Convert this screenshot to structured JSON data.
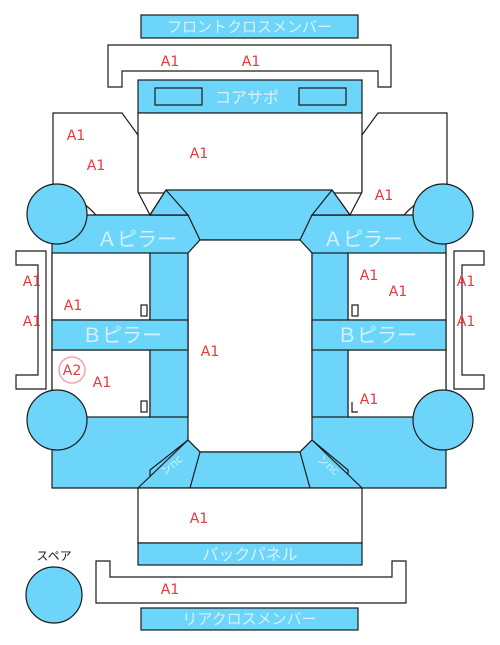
{
  "labels": {
    "front_cross_member": "フロントクロスメンバー",
    "core_support": "コアサポ",
    "a_pillar_left": "Ａピラー",
    "a_pillar_right": "Ａピラー",
    "b_pillar_left": "Ｂピラー",
    "b_pillar_right": "Ｂピラー",
    "cjunc_left": "ンnc",
    "cjunc_right": "ンnc",
    "back_panel": "バックパネル",
    "rear_cross_member": "リアクロスメンバー",
    "spare": "スペア"
  },
  "grades": [
    {
      "id": "front-member-left",
      "text": "A1"
    },
    {
      "id": "front-member-right",
      "text": "A1"
    },
    {
      "id": "front-left-fender-1",
      "text": "A1"
    },
    {
      "id": "front-left-fender-2",
      "text": "A1"
    },
    {
      "id": "hood",
      "text": "A1"
    },
    {
      "id": "front-right-fender",
      "text": "A1"
    },
    {
      "id": "left-sill-upper",
      "text": "A1"
    },
    {
      "id": "left-sill-lower",
      "text": "A1"
    },
    {
      "id": "left-front-door",
      "text": "A1"
    },
    {
      "id": "roof",
      "text": "A1"
    },
    {
      "id": "left-rear-door",
      "text": "A1"
    },
    {
      "id": "right-front-door-1",
      "text": "A1"
    },
    {
      "id": "right-front-door-2",
      "text": "A1"
    },
    {
      "id": "right-sill-upper",
      "text": "A1"
    },
    {
      "id": "right-sill-lower",
      "text": "A1"
    },
    {
      "id": "right-rear-door",
      "text": "A1"
    },
    {
      "id": "trunk",
      "text": "A1"
    },
    {
      "id": "rear-member",
      "text": "A1"
    }
  ],
  "circled_grade": {
    "text": "A2"
  },
  "colors": {
    "part_fill": "#6dd5fa",
    "grade_text": "#e8383a",
    "circle_marker": "#f4a3a8"
  }
}
